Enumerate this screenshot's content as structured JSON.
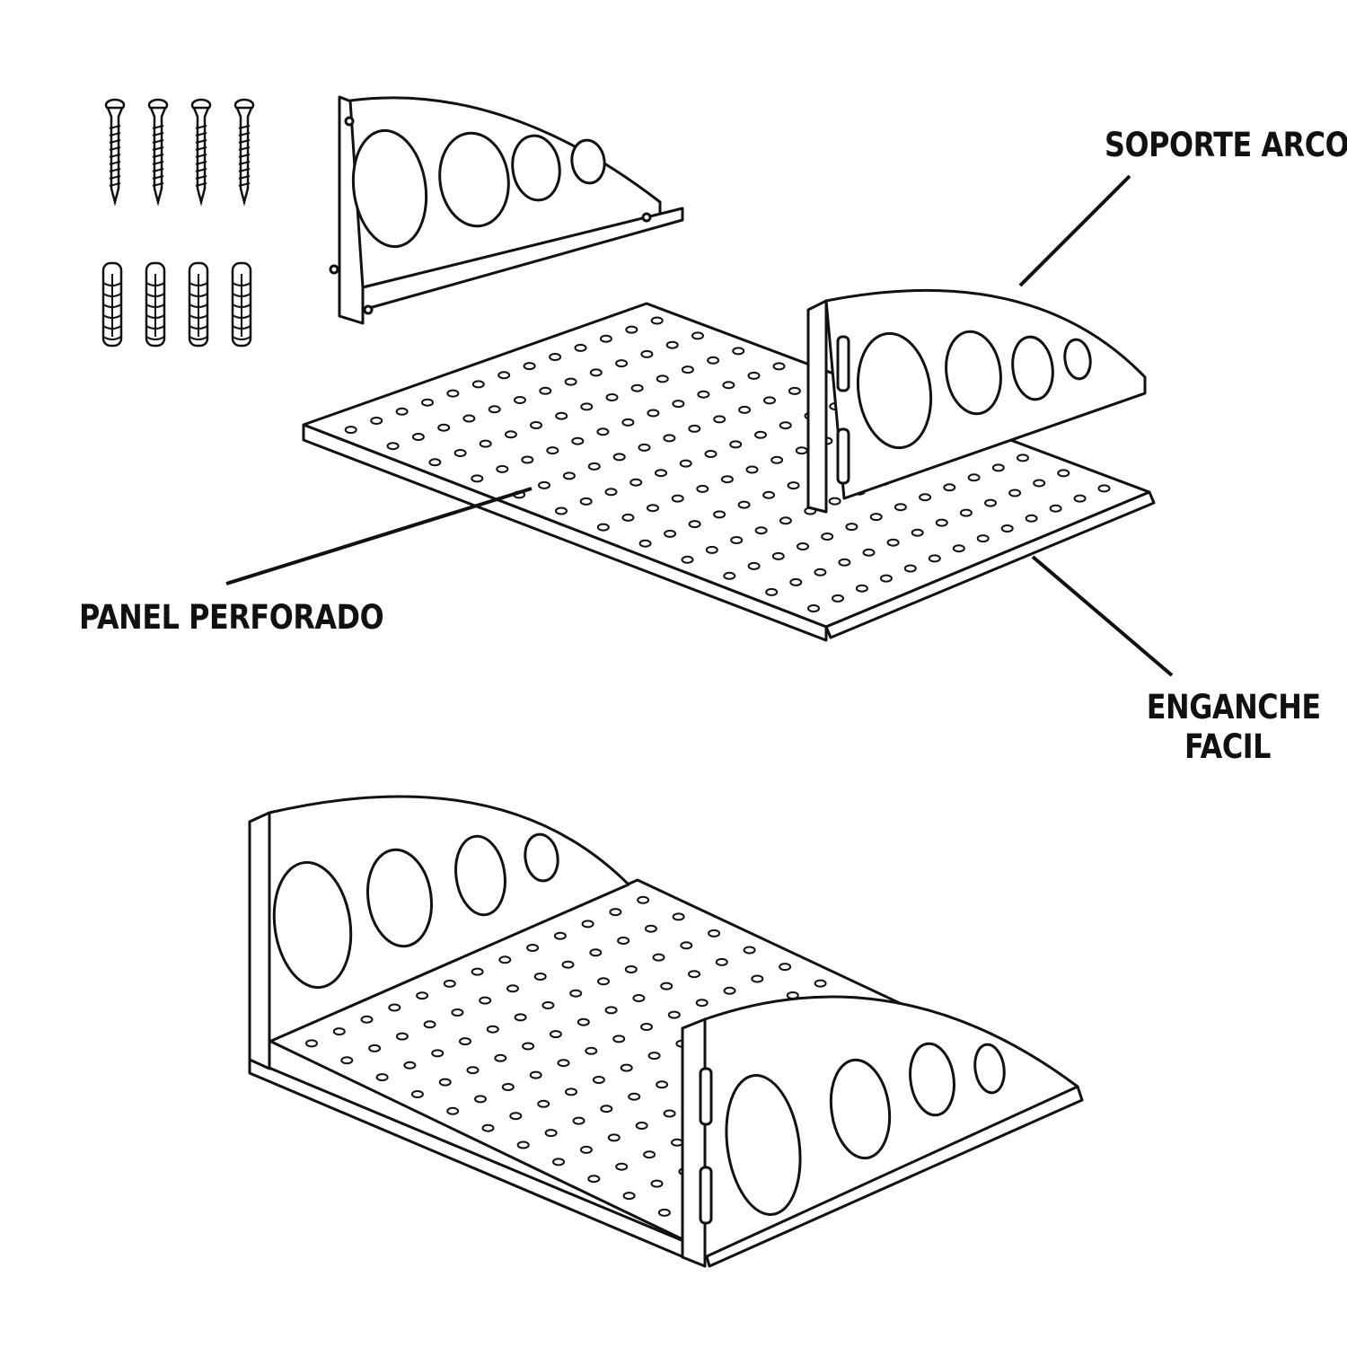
{
  "labels": {
    "soporte": "SOPORTE ARCO",
    "panel": "PANEL PERFORADO",
    "enganche_line1": "ENGANCHE",
    "enganche_line2": "FACIL"
  },
  "colors": {
    "stroke": "#111111",
    "background": "#ffffff",
    "fill": "#ffffff"
  },
  "parts": {
    "screw_count": 4,
    "anchor_count": 4,
    "shelf_hole_rows": 12,
    "shelf_hole_cols": 13,
    "bracket_hole_count": 4
  }
}
